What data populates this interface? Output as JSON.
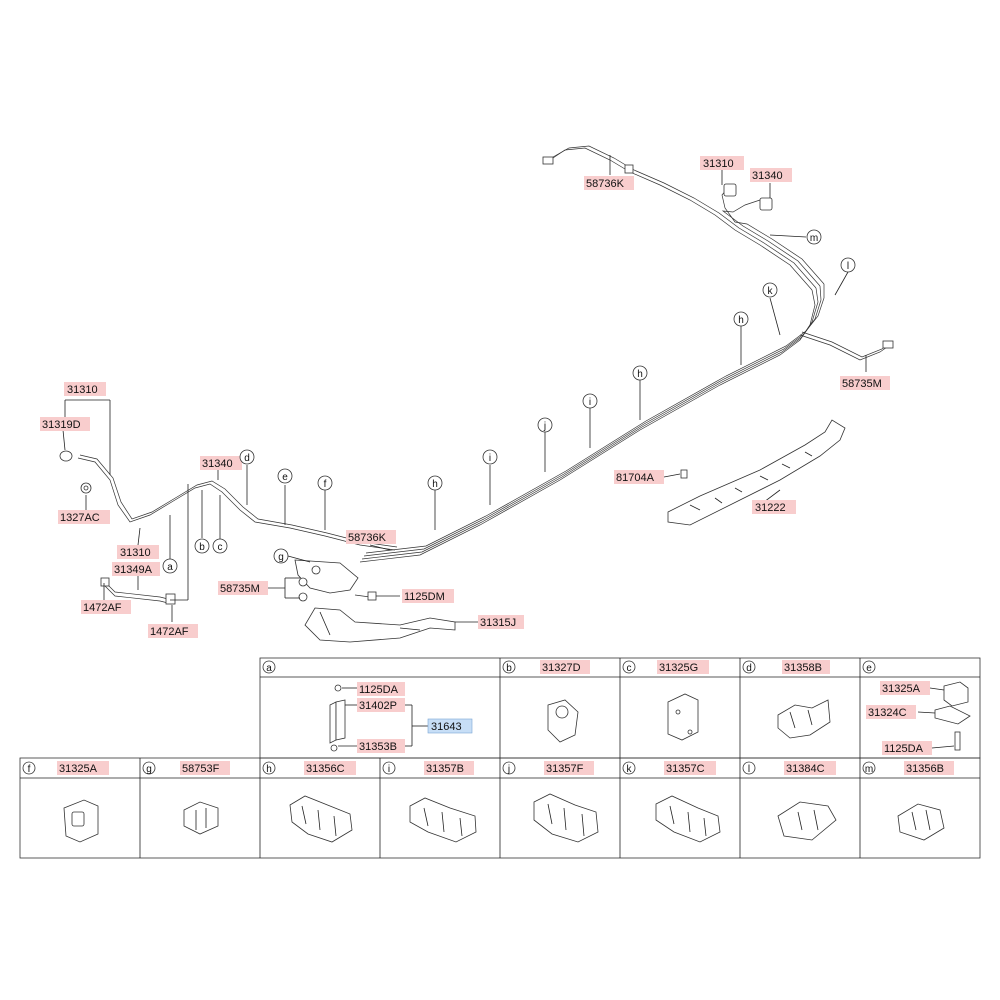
{
  "callouts": {
    "c31310_left_top": "31310",
    "c31319D": "31319D",
    "c1327AC": "1327AC",
    "c31310_left_low": "31310",
    "c31349A": "31349A",
    "c1472AF_a": "1472AF",
    "c1472AF_b": "1472AF",
    "c31340_left": "31340",
    "c58736K_mid": "58736K",
    "c58735M_left": "58735M",
    "c1125DM": "1125DM",
    "c31315J": "31315J",
    "c81704A": "81704A",
    "c31222": "31222",
    "c31310_right": "31310",
    "c31340_right": "31340",
    "c58736K_top": "58736K",
    "c58735M_right": "58735M"
  },
  "clip_letters": {
    "a": "a",
    "b": "b",
    "c": "c",
    "d": "d",
    "e": "e",
    "f": "f",
    "g": "g",
    "h": "h",
    "i": "i",
    "j": "j",
    "k": "k",
    "l": "l",
    "m": "m"
  },
  "detail_a": {
    "letter": "a",
    "p1": "1125DA",
    "p2": "31402P",
    "p3": "31353B",
    "assembly": "31643"
  },
  "row1_cells": [
    {
      "letter": "b",
      "part": "31327D"
    },
    {
      "letter": "c",
      "part": "31325G"
    },
    {
      "letter": "d",
      "part": "31358B"
    }
  ],
  "detail_e": {
    "letter": "e",
    "p1": "31325A",
    "p2": "31324C",
    "p3": "1125DA"
  },
  "row2_cells": [
    {
      "letter": "f",
      "part": "31325A"
    },
    {
      "letter": "g",
      "part": "58753F"
    },
    {
      "letter": "h",
      "part": "31356C"
    },
    {
      "letter": "i",
      "part": "31357B"
    },
    {
      "letter": "j",
      "part": "31357F"
    },
    {
      "letter": "k",
      "part": "31357C"
    },
    {
      "letter": "l",
      "part": "31384C"
    },
    {
      "letter": "m",
      "part": "31356B"
    }
  ],
  "colors": {
    "label_highlight": "#f8cdcd",
    "assembly_highlight": "#c7def6"
  }
}
